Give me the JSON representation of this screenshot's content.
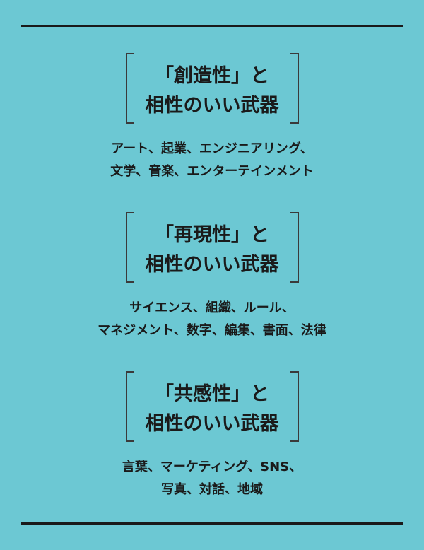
{
  "sections": [
    {
      "title_line1": "「創造性」と",
      "title_line2": "相性のいい武器",
      "desc_line1": "アート、起業、エンジニアリング、",
      "desc_line2": "文学、音楽、エンターテインメント"
    },
    {
      "title_line1": "「再現性」と",
      "title_line2": "相性のいい武器",
      "desc_line1": "サイエンス、組織、ルール、",
      "desc_line2": "マネジメント、数字、編集、書面、法律"
    },
    {
      "title_line1": "「共感性」と",
      "title_line2": "相性のいい武器",
      "desc_line1": "言葉、マーケティング、SNS、",
      "desc_line2": "写真、対話、地域"
    }
  ]
}
